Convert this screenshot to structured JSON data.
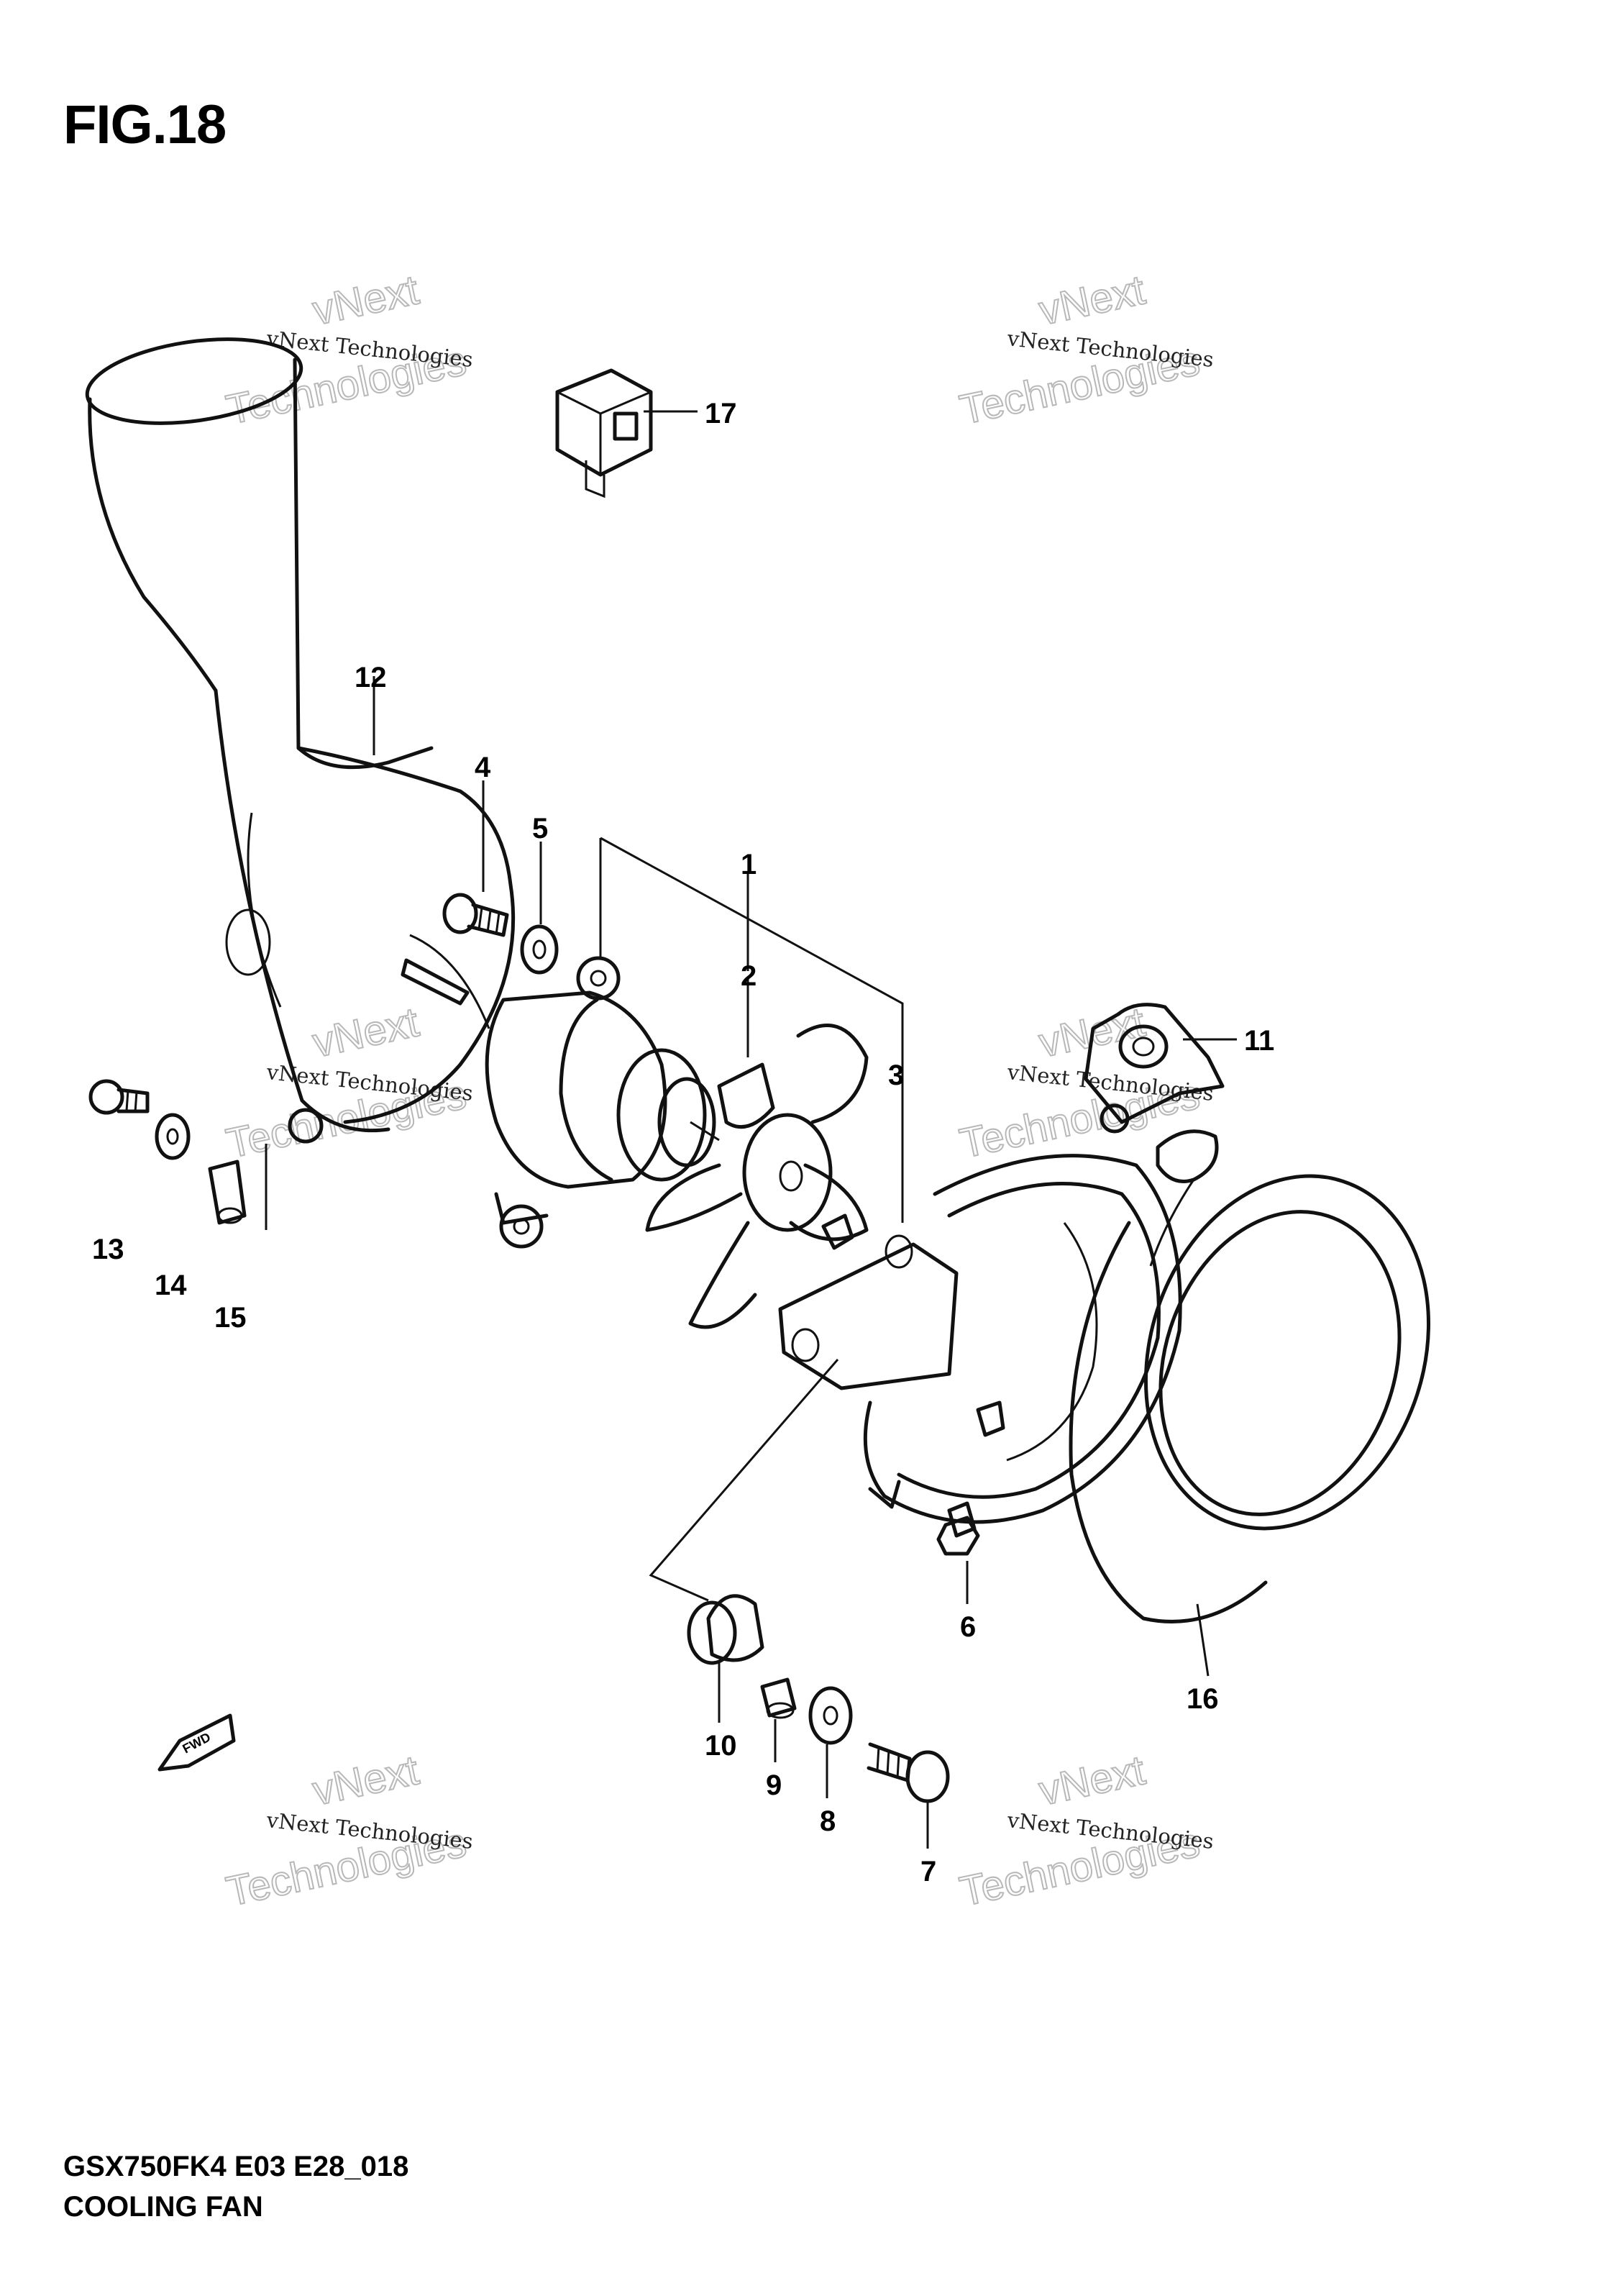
{
  "figure": {
    "title": "FIG.18",
    "model_code": "GSX750FK4 E03 E28_018",
    "name": "COOLING FAN"
  },
  "callouts": [
    "1",
    "2",
    "3",
    "4",
    "5",
    "6",
    "7",
    "8",
    "9",
    "10",
    "11",
    "12",
    "13",
    "14",
    "15",
    "16",
    "17"
  ],
  "watermark": {
    "small": "vNext Technologies",
    "large_top": "vNext",
    "large_bottom": "Technologies"
  },
  "fwd_label": "FWD"
}
